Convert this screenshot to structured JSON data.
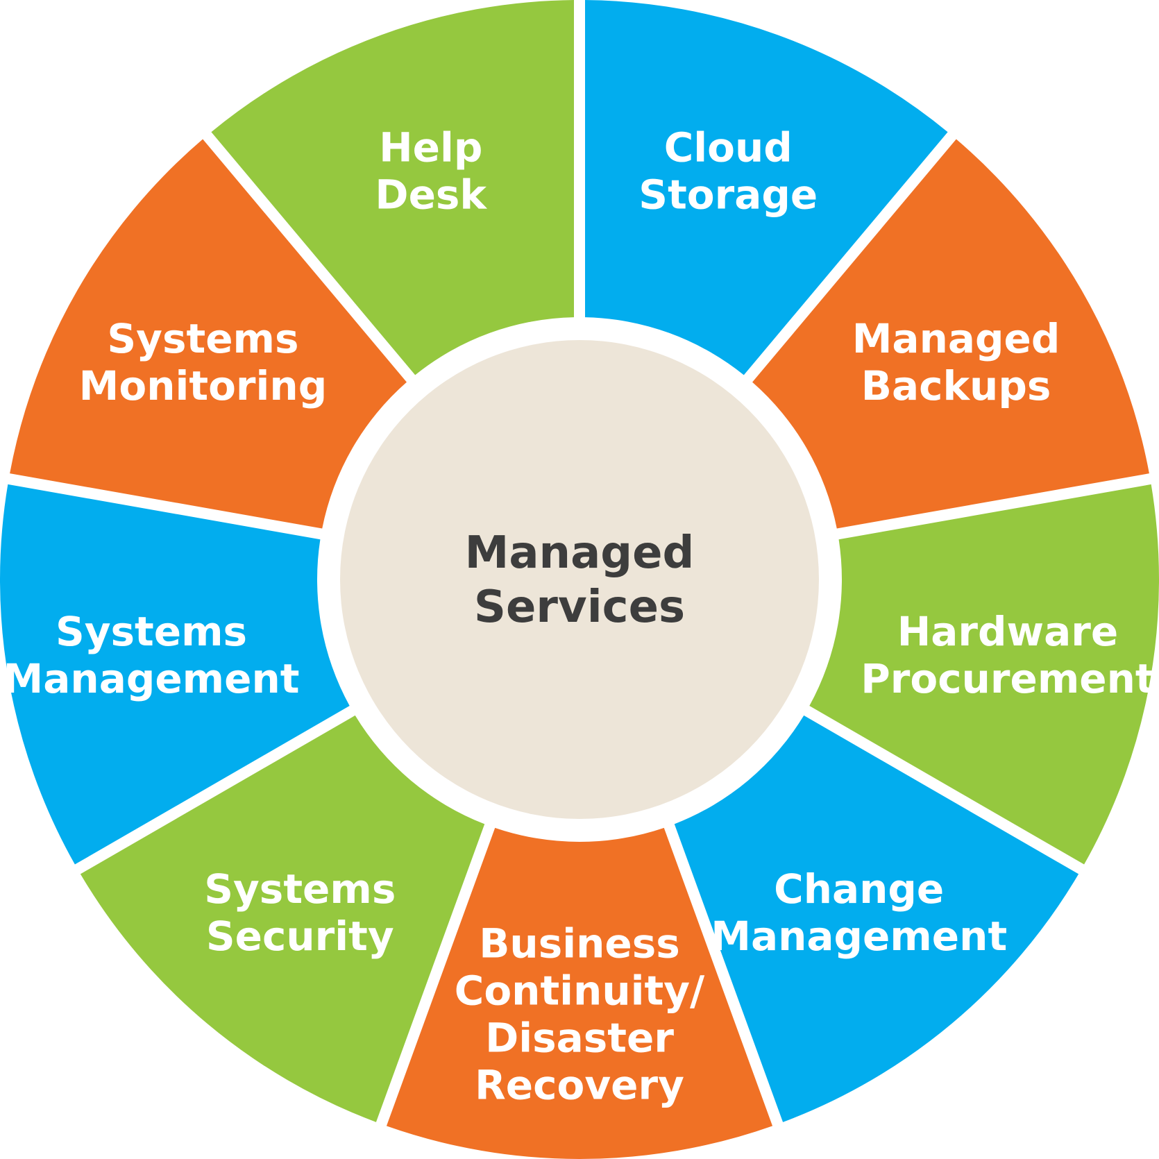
{
  "diagram": {
    "center": {
      "lines": [
        "Managed",
        "Services"
      ],
      "fill": "#ede5d8",
      "text_color": "#3d3d3d"
    },
    "colors": {
      "green": "#95c83f",
      "blue": "#02adee",
      "orange": "#f07125",
      "gap": "#ffffff"
    },
    "segments": [
      {
        "name": "cloud-storage",
        "color": "blue",
        "lines": [
          "Cloud",
          "Storage"
        ]
      },
      {
        "name": "managed-backups",
        "color": "orange",
        "lines": [
          "Managed",
          "Backups"
        ]
      },
      {
        "name": "hardware-procurement",
        "color": "green",
        "lines": [
          "Hardware",
          "Procurement"
        ]
      },
      {
        "name": "change-management",
        "color": "blue",
        "lines": [
          "Change",
          "Management"
        ]
      },
      {
        "name": "business-continuity-disaster-recovery",
        "color": "orange",
        "lines": [
          "Business",
          "Continuity/",
          "Disaster",
          "Recovery"
        ]
      },
      {
        "name": "systems-security",
        "color": "green",
        "lines": [
          "Systems",
          "Security"
        ]
      },
      {
        "name": "systems-management",
        "color": "blue",
        "lines": [
          "Systems",
          "Management"
        ]
      },
      {
        "name": "systems-monitoring",
        "color": "orange",
        "lines": [
          "Systems",
          "Monitoring"
        ]
      },
      {
        "name": "help-desk",
        "color": "green",
        "lines": [
          "Help",
          "Desk"
        ]
      }
    ]
  }
}
